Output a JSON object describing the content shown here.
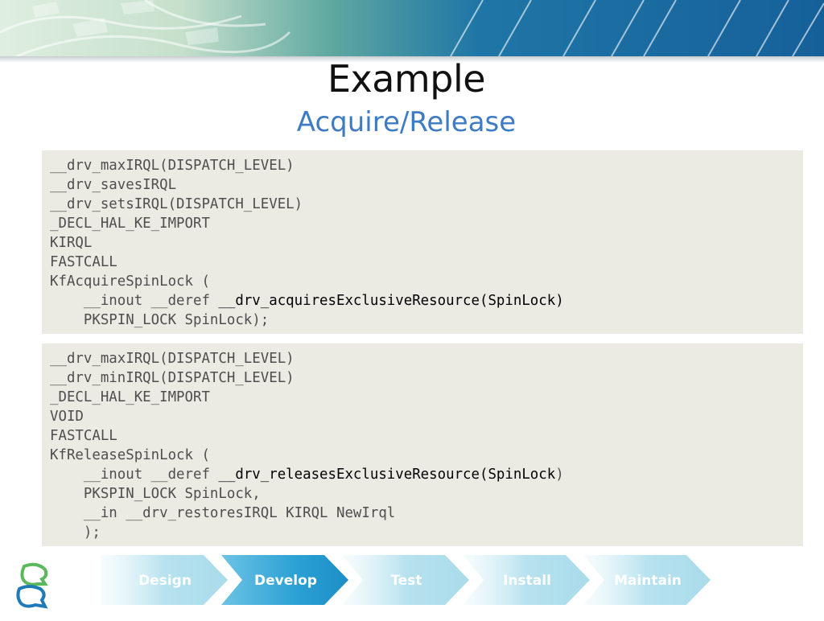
{
  "slide": {
    "title": "Example",
    "subtitle": "Acquire/Release"
  },
  "code_block_1": {
    "lines": [
      {
        "pre": "__drv_maxIRQL(DISPATCH_LEVEL)",
        "hl": "",
        "post": ""
      },
      {
        "pre": "__drv_savesIRQL",
        "hl": "",
        "post": ""
      },
      {
        "pre": "__drv_setsIRQL(DISPATCH_LEVEL)",
        "hl": "",
        "post": ""
      },
      {
        "pre": "_DECL_HAL_KE_IMPORT",
        "hl": "",
        "post": ""
      },
      {
        "pre": "KIRQL",
        "hl": "",
        "post": ""
      },
      {
        "pre": "FASTCALL",
        "hl": "",
        "post": ""
      },
      {
        "pre": "KfAcquireSpinLock (",
        "hl": "",
        "post": ""
      },
      {
        "pre": "    __inout __deref ",
        "hl": "__drv_acquiresExclusiveResource(SpinLock)",
        "post": ""
      },
      {
        "pre": "    PKSPIN_LOCK SpinLock);",
        "hl": "",
        "post": ""
      }
    ]
  },
  "code_block_2": {
    "lines": [
      {
        "pre": "__drv_maxIRQL(DISPATCH_LEVEL)",
        "hl": "",
        "post": ""
      },
      {
        "pre": "__drv_minIRQL(DISPATCH_LEVEL)",
        "hl": "",
        "post": ""
      },
      {
        "pre": "_DECL_HAL_KE_IMPORT",
        "hl": "",
        "post": ""
      },
      {
        "pre": "VOID",
        "hl": "",
        "post": ""
      },
      {
        "pre": "FASTCALL",
        "hl": "",
        "post": ""
      },
      {
        "pre": "KfReleaseSpinLock (",
        "hl": "",
        "post": ""
      },
      {
        "pre": "    __inout __deref ",
        "hl": "__drv_releasesExclusiveResource(SpinLock",
        "post": ")"
      },
      {
        "pre": "    PKSPIN_LOCK SpinLock,",
        "hl": "",
        "post": ""
      },
      {
        "pre": "    __in __drv_restoresIRQL KIRQL NewIrql",
        "hl": "",
        "post": ""
      },
      {
        "pre": "    );",
        "hl": "",
        "post": ""
      }
    ]
  },
  "pipeline": {
    "steps": [
      {
        "label": "Design",
        "active": false
      },
      {
        "label": "Develop",
        "active": true
      },
      {
        "label": "Test",
        "active": false
      },
      {
        "label": "Install",
        "active": false
      },
      {
        "label": "Maintain",
        "active": false
      }
    ],
    "colors": {
      "inactive": "#a9dbea",
      "active": "#2aa0d4"
    }
  },
  "logo": {
    "icon": "two-heads-logo-icon"
  }
}
